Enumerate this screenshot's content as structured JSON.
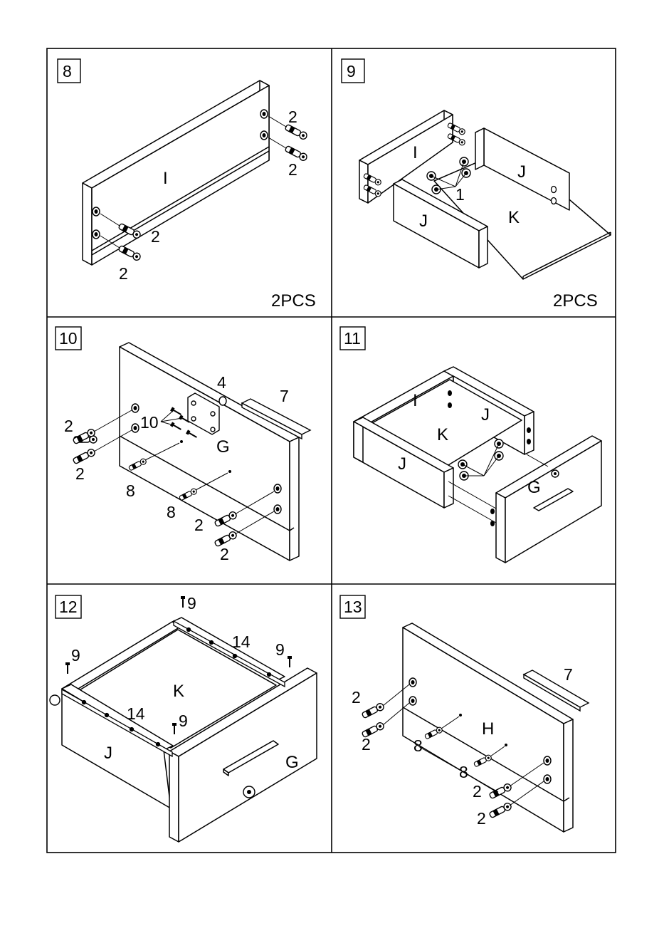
{
  "steps": [
    {
      "number": "8",
      "note": "2PCS",
      "parts": [
        "I"
      ],
      "callouts": [
        "2",
        "2",
        "2",
        "2"
      ]
    },
    {
      "number": "9",
      "note": "2PCS",
      "parts": [
        "I",
        "J",
        "J",
        "K"
      ],
      "callouts": [
        "1"
      ]
    },
    {
      "number": "10",
      "note": "",
      "parts": [
        "G"
      ],
      "callouts": [
        "4",
        "7",
        "10",
        "2",
        "2",
        "8",
        "8",
        "2",
        "2"
      ]
    },
    {
      "number": "11",
      "note": "",
      "parts": [
        "I",
        "J",
        "K",
        "J",
        "G"
      ],
      "callouts": []
    },
    {
      "number": "12",
      "note": "",
      "parts": [
        "K",
        "J",
        "G"
      ],
      "callouts": [
        "9",
        "14",
        "9",
        "9",
        "14",
        "9"
      ]
    },
    {
      "number": "13",
      "note": "",
      "parts": [
        "H"
      ],
      "callouts": [
        "7",
        "2",
        "2",
        "8",
        "8",
        "2",
        "2"
      ]
    }
  ],
  "colors": {
    "line": "#000000",
    "background": "#ffffff",
    "panel_fill": "#ffffff"
  }
}
